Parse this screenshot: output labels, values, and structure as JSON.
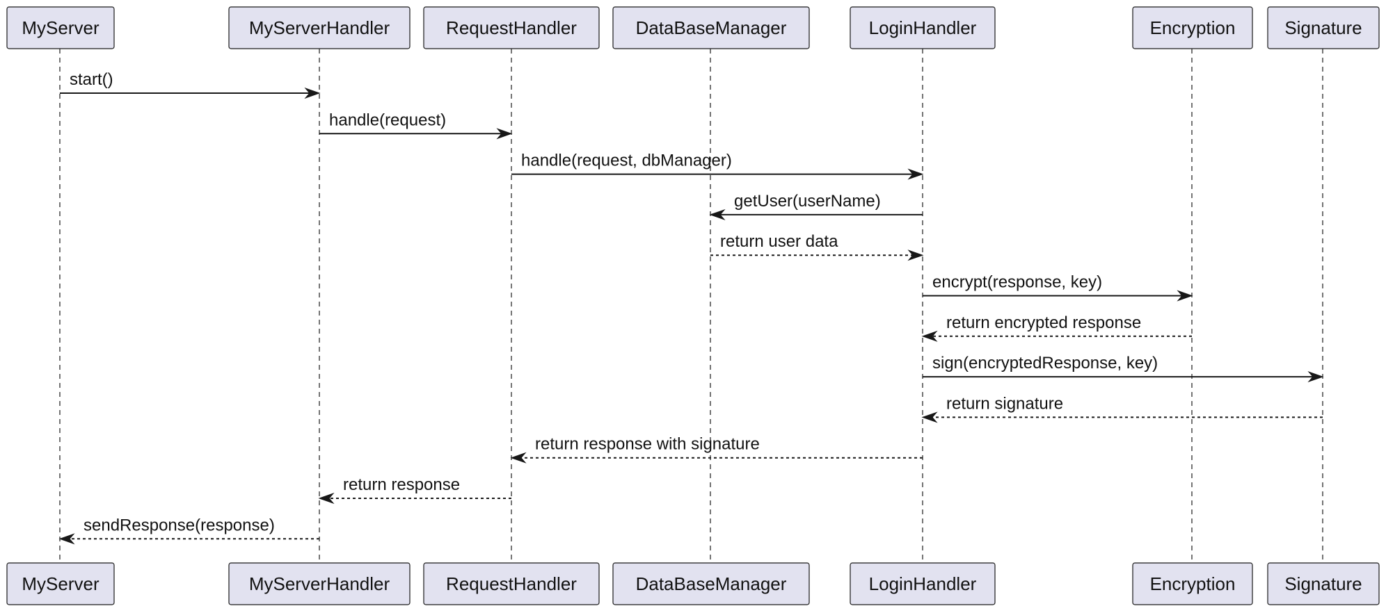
{
  "participants": [
    {
      "id": "MyServer",
      "label": "MyServer"
    },
    {
      "id": "MyServerHandler",
      "label": "MyServerHandler"
    },
    {
      "id": "RequestHandler",
      "label": "RequestHandler"
    },
    {
      "id": "DataBaseManager",
      "label": "DataBaseManager"
    },
    {
      "id": "LoginHandler",
      "label": "LoginHandler"
    },
    {
      "id": "Encryption",
      "label": "Encryption"
    },
    {
      "id": "Signature",
      "label": "Signature"
    }
  ],
  "messages": [
    {
      "from": "MyServer",
      "to": "MyServerHandler",
      "label": "start()",
      "style": "solid"
    },
    {
      "from": "MyServerHandler",
      "to": "RequestHandler",
      "label": "handle(request)",
      "style": "solid"
    },
    {
      "from": "RequestHandler",
      "to": "LoginHandler",
      "label": "handle(request, dbManager)",
      "style": "solid"
    },
    {
      "from": "LoginHandler",
      "to": "DataBaseManager",
      "label": "getUser(userName)",
      "style": "solid"
    },
    {
      "from": "DataBaseManager",
      "to": "LoginHandler",
      "label": "return user data",
      "style": "dashed"
    },
    {
      "from": "LoginHandler",
      "to": "Encryption",
      "label": "encrypt(response, key)",
      "style": "solid"
    },
    {
      "from": "Encryption",
      "to": "LoginHandler",
      "label": "return encrypted response",
      "style": "dashed"
    },
    {
      "from": "LoginHandler",
      "to": "Signature",
      "label": "sign(encryptedResponse, key)",
      "style": "solid"
    },
    {
      "from": "Signature",
      "to": "LoginHandler",
      "label": "return signature",
      "style": "dashed"
    },
    {
      "from": "LoginHandler",
      "to": "RequestHandler",
      "label": "return response with signature",
      "style": "dashed"
    },
    {
      "from": "RequestHandler",
      "to": "MyServerHandler",
      "label": "return response",
      "style": "dashed"
    },
    {
      "from": "MyServerHandler",
      "to": "MyServer",
      "label": "sendResponse(response)",
      "style": "dashed"
    }
  ]
}
